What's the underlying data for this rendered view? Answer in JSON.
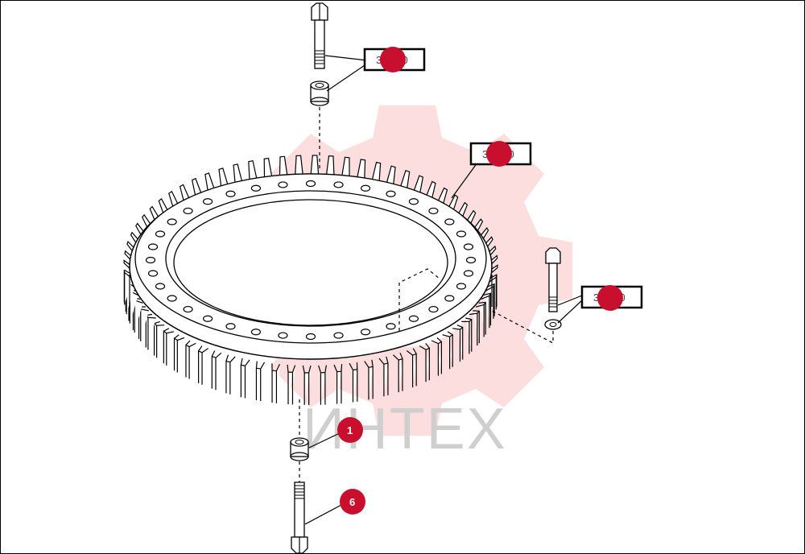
{
  "watermark": {
    "text": "ИНТЕХ",
    "color": "#f26b6b"
  },
  "callouts": {
    "ref_top": "31.010",
    "ref_ring": "31.010",
    "ref_right": "31.010",
    "item_spacer": "1",
    "item_bolt": "6"
  },
  "colors": {
    "callout_dot": "#c8102e"
  }
}
